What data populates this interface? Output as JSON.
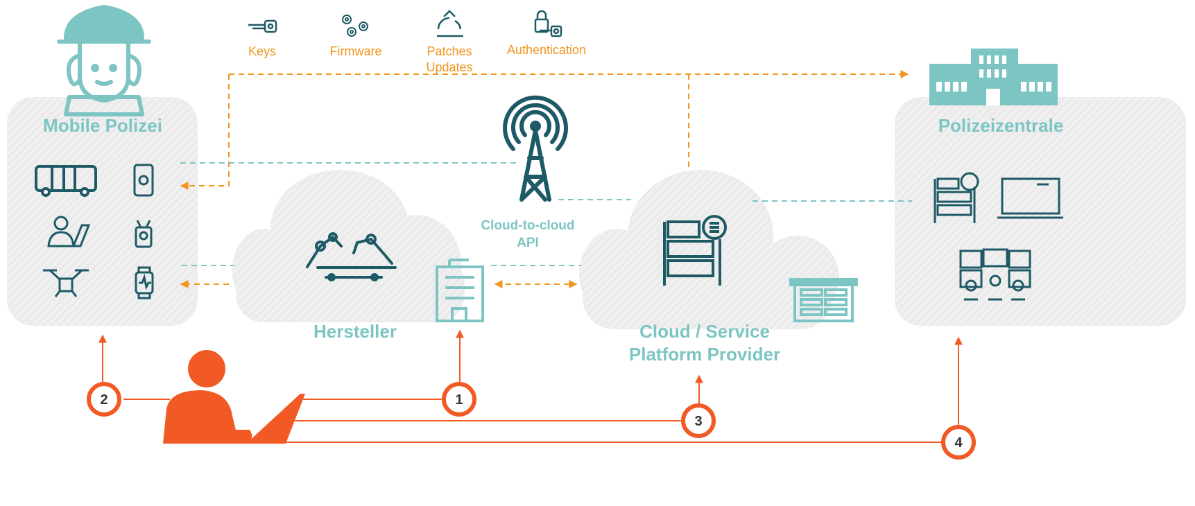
{
  "top_items": [
    {
      "label": "Keys",
      "icon": "key-icon"
    },
    {
      "label": "Firmware",
      "icon": "gears-icon"
    },
    {
      "label": "Patches",
      "label2": "Updates",
      "icon": "refresh-icon"
    },
    {
      "label": "Authentication",
      "icon": "padlock-key-icon"
    }
  ],
  "groups": {
    "mobile": "Mobile Polizei",
    "hersteller": "Hersteller",
    "cloud_line1": "Cloud / Service",
    "cloud_line2": "Platform Provider",
    "zentrale": "Polizeizentrale"
  },
  "api_label_1": "Cloud-to-cloud",
  "api_label_2": "API",
  "attack_points": [
    "1",
    "2",
    "3",
    "4"
  ],
  "colors": {
    "teal": "#7dc5c3",
    "dark_teal": "#1e5a66",
    "orange": "#f0961e",
    "red_orange": "#f15a24",
    "panel": "#eeeeee"
  }
}
